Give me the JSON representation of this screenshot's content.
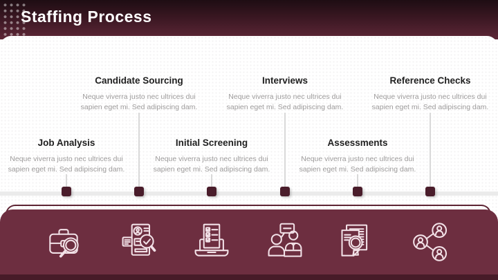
{
  "slide": {
    "title": "Staffing Process"
  },
  "colors": {
    "header_gradient_top": "#1e0d13",
    "header_gradient_bottom": "#5e2737",
    "icon_bar_maroon": "#6d2e40",
    "marker_maroon": "#4a1d2b",
    "bottom_strip_maroon": "#471b28",
    "title_text": "#ffffff",
    "heading_text": "#1f1f1f",
    "body_text": "#9d9b9b",
    "timeline_gray": "#ebebeb",
    "icon_stroke": "#f2e1e7"
  },
  "steps": [
    {
      "title": "Job Analysis",
      "description": "Neque viverra justo nec ultrices dui sapien eget mi. Sed adipiscing dam.",
      "row": "bottom",
      "icon": "briefcase-search-icon"
    },
    {
      "title": "Candidate Sourcing",
      "description": "Neque viverra justo nec ultrices dui sapien eget mi. Sed adipiscing dam.",
      "row": "top",
      "icon": "resume-search-icon"
    },
    {
      "title": "Initial Screening",
      "description": "Neque viverra justo nec ultrices dui sapien eget mi. Sed adipiscing dam.",
      "row": "bottom",
      "icon": "laptop-checklist-icon"
    },
    {
      "title": "Interviews",
      "description": "Neque viverra justo nec ultrices dui sapien eget mi. Sed adipiscing dam.",
      "row": "top",
      "icon": "interview-conversation-icon"
    },
    {
      "title": "Assessments",
      "description": "Neque viverra justo nec ultrices dui sapien eget mi. Sed adipiscing dam.",
      "row": "bottom",
      "icon": "documents-search-icon"
    },
    {
      "title": "Reference Checks",
      "description": "Neque viverra justo nec ultrices dui sapien eget mi. Sed adipiscing dam.",
      "row": "top",
      "icon": "people-network-icon"
    }
  ]
}
